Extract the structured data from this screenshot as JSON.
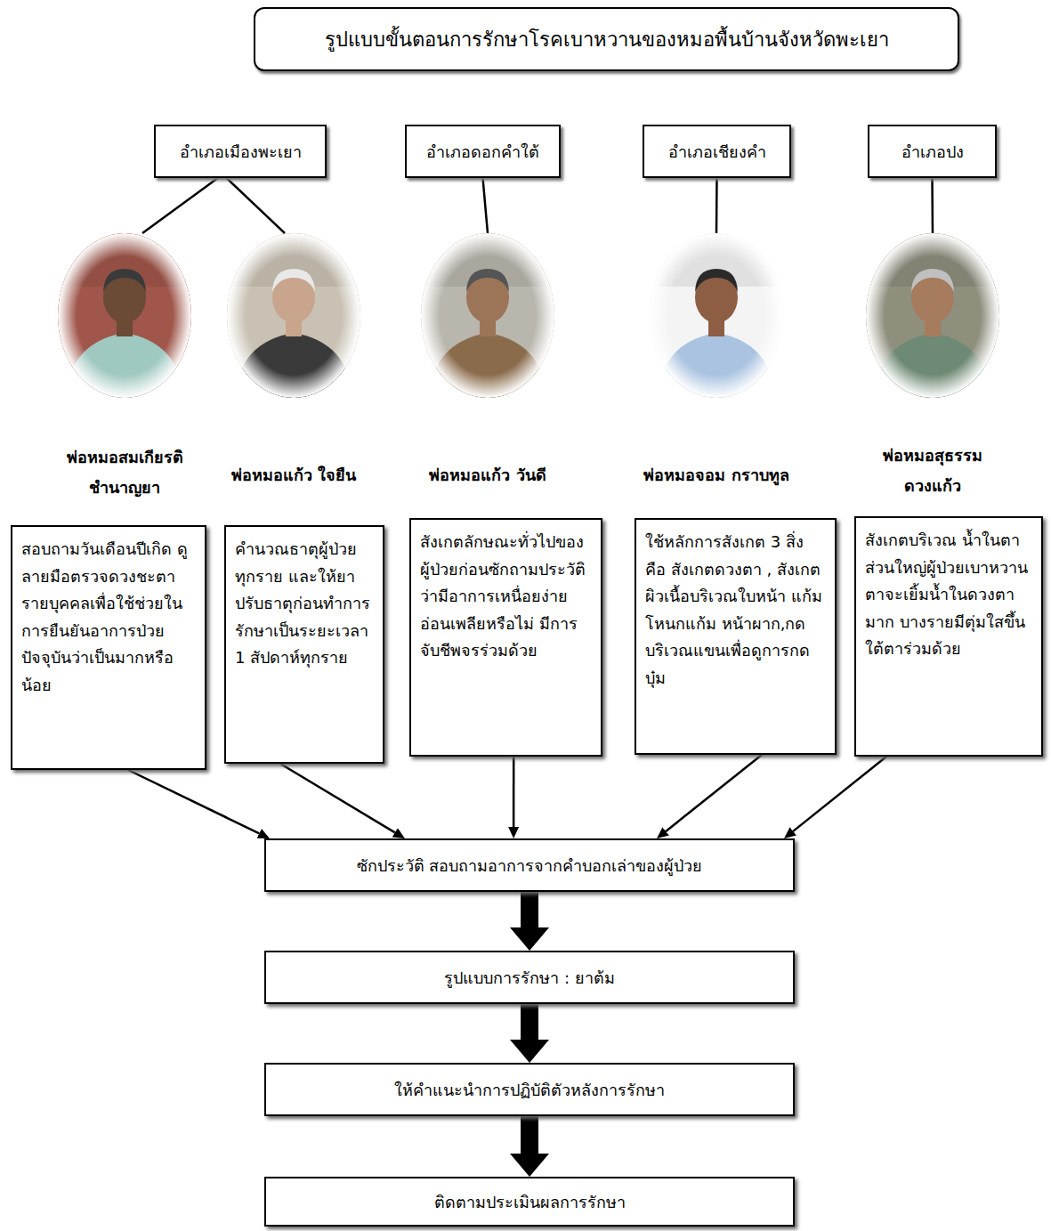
{
  "diagram": {
    "title": "รูปแบบขั้นตอนการรักษาโรคเบาหวานของหมอพื้นบ้านจังหวัดพะเยา",
    "nodes": [
      {
        "text": [
          "อำเภอเมืองพะเยา"
        ]
      },
      {
        "text": [
          "อำเภอดอกคำใต้"
        ]
      },
      {
        "text": [
          "อำเภอเชียงคำ"
        ]
      },
      {
        "text": [
          "อำเภอปง"
        ]
      },
      {
        "text": [
          "พ่อหมอสมเกียรติ ชำนาญยา"
        ]
      },
      {
        "text": [
          "พ่อหมอแก้ว ใจยืน"
        ]
      },
      {
        "text": [
          "พ่อหมอแก้ว วันดี"
        ]
      },
      {
        "text": [
          "พ่อหมอจอม กราบทูล"
        ]
      },
      {
        "text": [
          "พ่อหมอสุธรรม ดวงแก้ว"
        ]
      },
      {
        "text": [
          "สอบถามวันเดือนปีเกิด ดูลายมือตรวจดวงชะตารายบุคคลเพื่อใช้ช่วยในการยืนยันอาการป่วยปัจจุบันว่าเป็นมากหรือน้อย"
        ]
      },
      {
        "text": [
          "คำนวณธาตุผู้ป่วยทุกราย และให้ยาปรับธาตุก่อนทำการรักษาเป็นระยะเวลา 1 สัปดาห์ทุกราย"
        ]
      },
      {
        "text": [
          "สังเกตลักษณะทั่วไปของผู้ป่วยก่อนซักถามประวัติว่ามีอาการเหนื่อยง่ายอ่อนเพลียหรือไม่ มีการจับชีพจรร่วมด้วย"
        ]
      },
      {
        "text": [
          "ใช้หลักการสังเกต 3 สิ่ง คือ สังเกตดวงตา , สังเกตผิวเนื้อบริเวณใบหน้า แก้ม โหนกแก้ม หน้าผาก,กดบริเวณแขนเพื่อดูการกดบุ๋ม"
        ]
      },
      {
        "text": [
          "สังเกตบริเวณ น้ำในตา ส่วนใหญ่ผู้ป่วยเบาหวานตาจะเยิ้มน้ำในดวงตามาก บางรายมีตุ่มใสขึ้นใต้ตาร่วมด้วย"
        ]
      },
      {
        "text": [
          "ซักประวัติ สอบถามอาการจากคำบอกเล่าของผู้ป่วย"
        ]
      },
      {
        "text": [
          "รูปแบบการรักษา : ยาต้ม"
        ]
      },
      {
        "text": [
          "ให้คำแนะนำการปฏิบัติตัวหลังการรักษา"
        ]
      },
      {
        "text": [
          "ติดตามประเมินผลการรักษา"
        ]
      }
    ],
    "edges": [
      {
        "from": 0,
        "to": 4,
        "arrow": "none"
      },
      {
        "from": 0,
        "to": 5,
        "arrow": "none"
      },
      {
        "from": 1,
        "to": 6,
        "arrow": "none"
      },
      {
        "from": 2,
        "to": 7,
        "arrow": "none"
      },
      {
        "from": 3,
        "to": 8,
        "arrow": "none"
      },
      {
        "from": 9,
        "to": 14,
        "arrow": "to"
      },
      {
        "from": 10,
        "to": 14,
        "arrow": "to"
      },
      {
        "from": 11,
        "to": 14,
        "arrow": "to"
      },
      {
        "from": 12,
        "to": 14,
        "arrow": "to"
      },
      {
        "from": 13,
        "to": 14,
        "arrow": "to"
      },
      {
        "from": 14,
        "to": 15,
        "arrow": "to"
      },
      {
        "from": 15,
        "to": 16,
        "arrow": "to"
      },
      {
        "from": 16,
        "to": 17,
        "arrow": "to"
      }
    ]
  }
}
